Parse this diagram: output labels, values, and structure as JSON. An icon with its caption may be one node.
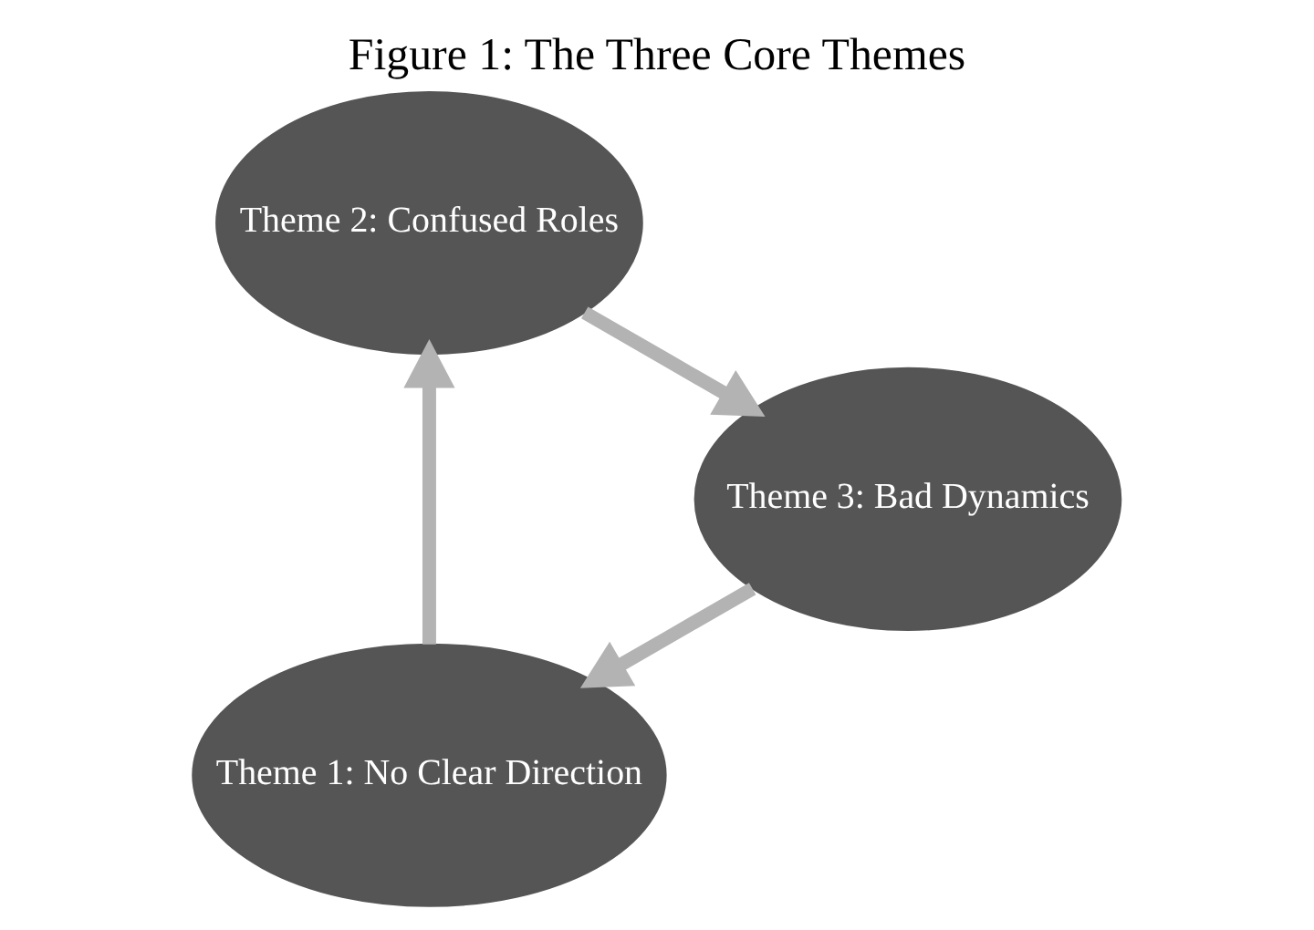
{
  "diagram": {
    "title": "Figure 1: The Three Core Themes",
    "nodes": [
      {
        "text": [
          "Theme 1: No Clear Direction"
        ]
      },
      {
        "text": [
          "Theme 2: Confused Roles"
        ]
      },
      {
        "text": [
          "Theme 3: Bad Dynamics"
        ]
      }
    ],
    "edges": [
      {
        "from": 0,
        "to": 1,
        "arrow": "to"
      },
      {
        "from": 1,
        "to": 2,
        "arrow": "to"
      },
      {
        "from": 2,
        "to": 0,
        "arrow": "to"
      }
    ]
  }
}
